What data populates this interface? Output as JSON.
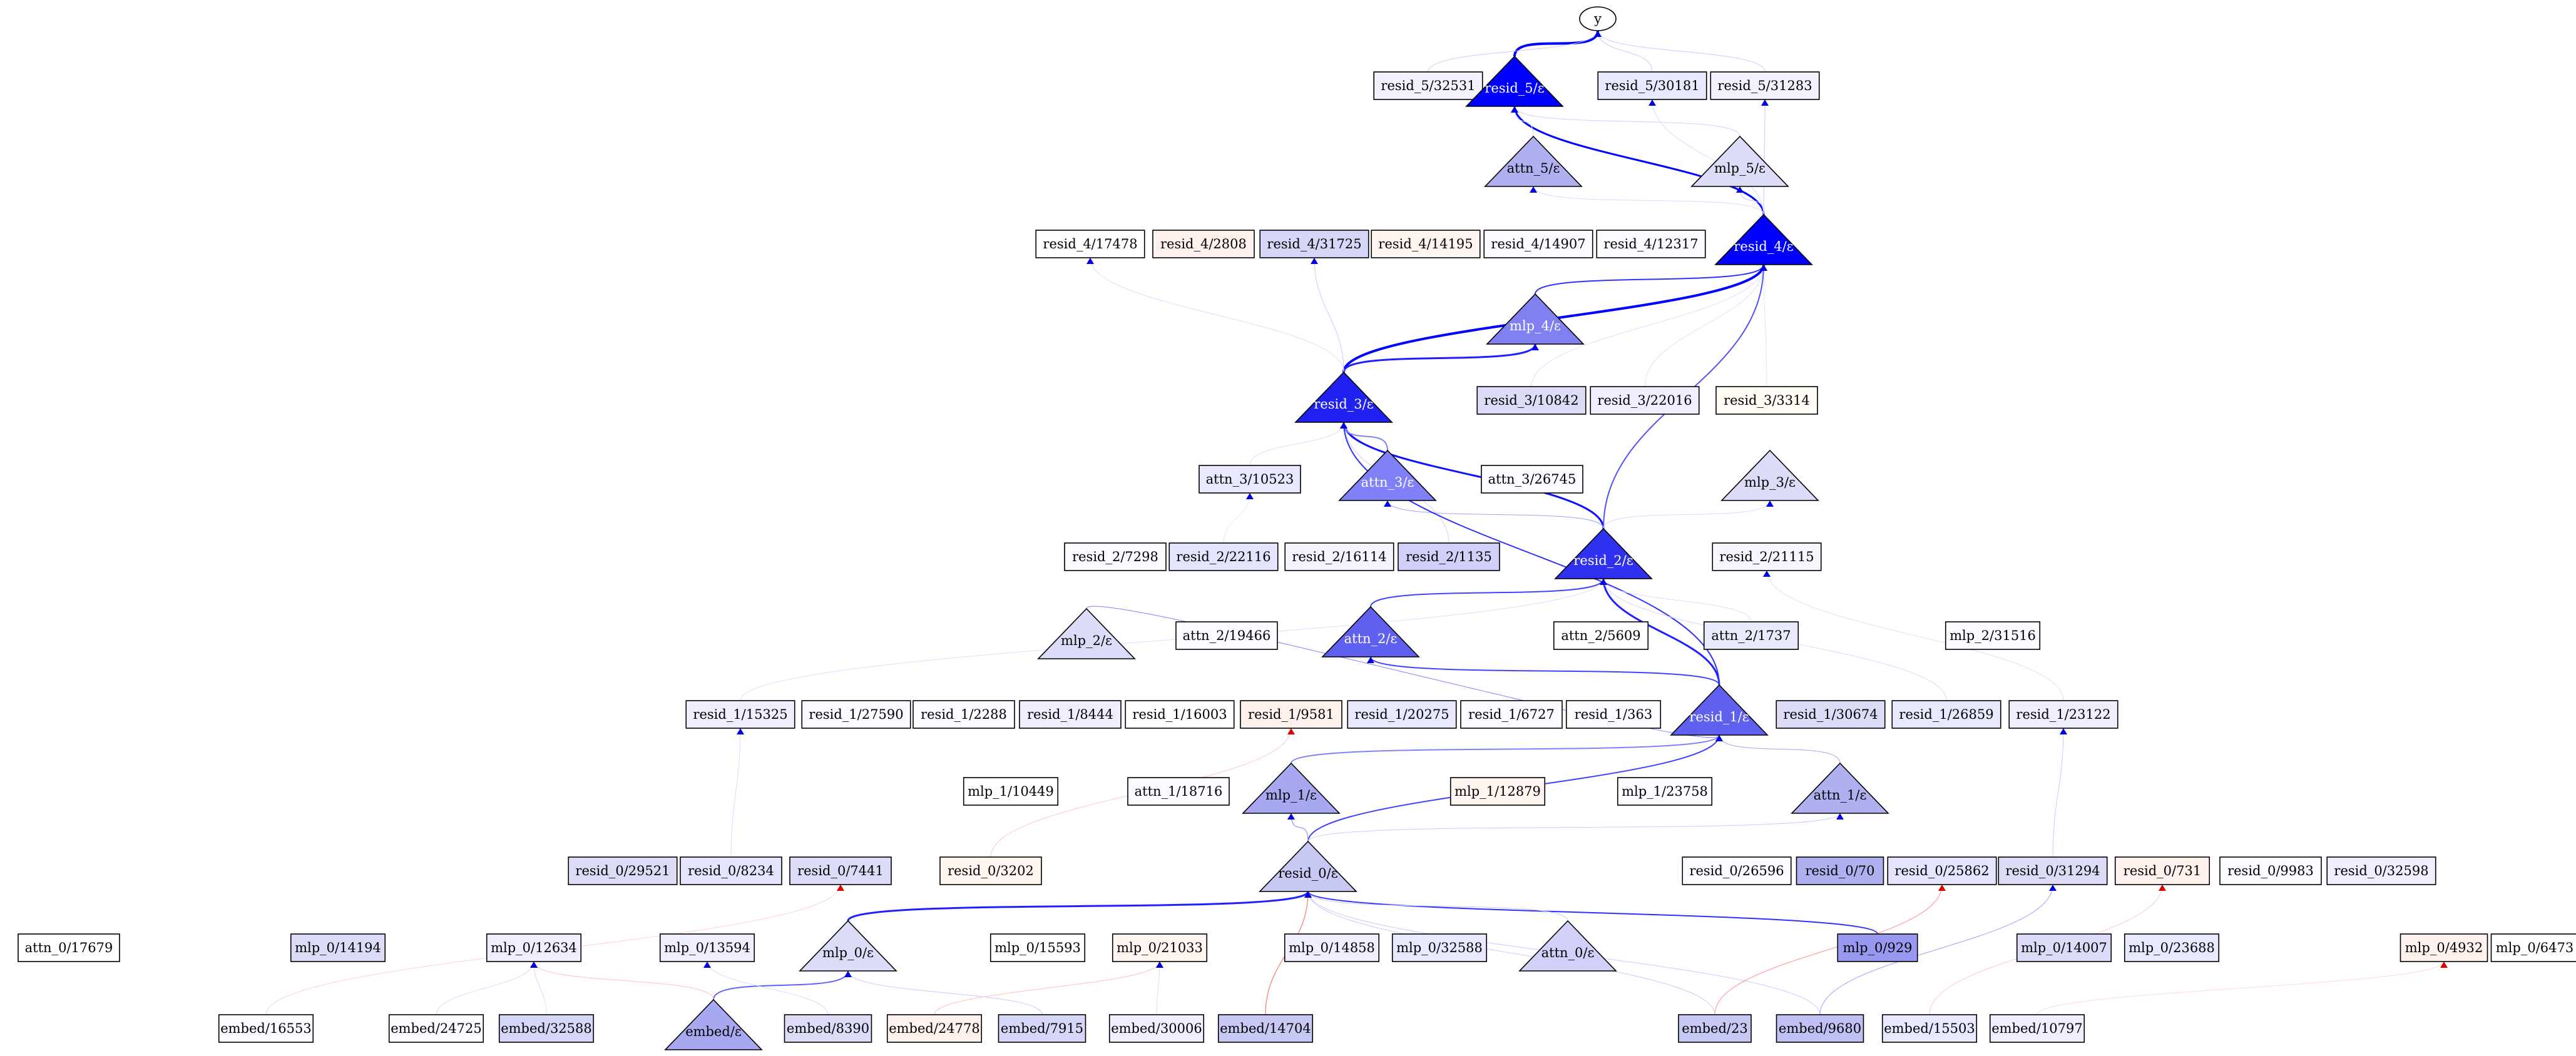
{
  "graph": {
    "nodes": [
      {
        "id": "y",
        "label": "y",
        "shape": "ellipse",
        "fill": "#ffffff"
      },
      {
        "id": "resid_5/32531",
        "label": "resid_5/32531",
        "shape": "box",
        "fill": "#f2f2ff"
      },
      {
        "id": "resid_5/e",
        "label": "resid_5/ε",
        "shape": "triangle",
        "fill": "#0000ff"
      },
      {
        "id": "resid_5/30181",
        "label": "resid_5/30181",
        "shape": "box",
        "fill": "#e8e8ff"
      },
      {
        "id": "resid_5/31283",
        "label": "resid_5/31283",
        "shape": "box",
        "fill": "#f2f2ff"
      },
      {
        "id": "attn_5/e",
        "label": "attn_5/ε",
        "shape": "triangle",
        "fill": "#b0b0f0"
      },
      {
        "id": "mlp_5/e",
        "label": "mlp_5/ε",
        "shape": "triangle",
        "fill": "#dcdcf8"
      },
      {
        "id": "resid_4/17478",
        "label": "resid_4/17478",
        "shape": "box",
        "fill": "#ffffff"
      },
      {
        "id": "resid_4/2808",
        "label": "resid_4/2808",
        "shape": "box",
        "fill": "#fff2ee"
      },
      {
        "id": "resid_4/31725",
        "label": "resid_4/31725",
        "shape": "box",
        "fill": "#d6d6f8"
      },
      {
        "id": "resid_4/14195",
        "label": "resid_4/14195",
        "shape": "box",
        "fill": "#fff6f2"
      },
      {
        "id": "resid_4/14907",
        "label": "resid_4/14907",
        "shape": "box",
        "fill": "#fafaff"
      },
      {
        "id": "resid_4/12317",
        "label": "resid_4/12317",
        "shape": "box",
        "fill": "#fafaff"
      },
      {
        "id": "resid_4/e",
        "label": "resid_4/ε",
        "shape": "triangle",
        "fill": "#0000ff"
      },
      {
        "id": "mlp_4/e",
        "label": "mlp_4/ε",
        "shape": "triangle",
        "fill": "#8080f0"
      },
      {
        "id": "resid_3/e",
        "label": "resid_3/ε",
        "shape": "triangle",
        "fill": "#2020f0"
      },
      {
        "id": "resid_3/10842",
        "label": "resid_3/10842",
        "shape": "box",
        "fill": "#dcdcf8"
      },
      {
        "id": "resid_3/22016",
        "label": "resid_3/22016",
        "shape": "box",
        "fill": "#eeeeff"
      },
      {
        "id": "resid_3/3314",
        "label": "resid_3/3314",
        "shape": "box",
        "fill": "#fffcf6"
      },
      {
        "id": "attn_3/10523",
        "label": "attn_3/10523",
        "shape": "box",
        "fill": "#e8e8ff"
      },
      {
        "id": "attn_3/e",
        "label": "attn_3/ε",
        "shape": "triangle",
        "fill": "#8080f8"
      },
      {
        "id": "attn_3/26745",
        "label": "attn_3/26745",
        "shape": "box",
        "fill": "#fafaff"
      },
      {
        "id": "mlp_3/e",
        "label": "mlp_3/ε",
        "shape": "triangle",
        "fill": "#dcdcf8"
      },
      {
        "id": "resid_2/7298",
        "label": "resid_2/7298",
        "shape": "box",
        "fill": "#fafaff"
      },
      {
        "id": "resid_2/22116",
        "label": "resid_2/22116",
        "shape": "box",
        "fill": "#e4e4ff"
      },
      {
        "id": "resid_2/16114",
        "label": "resid_2/16114",
        "shape": "box",
        "fill": "#f4f4ff"
      },
      {
        "id": "resid_2/1135",
        "label": "resid_2/1135",
        "shape": "box",
        "fill": "#d0d0f8"
      },
      {
        "id": "resid_2/e",
        "label": "resid_2/ε",
        "shape": "triangle",
        "fill": "#3030f0"
      },
      {
        "id": "resid_2/21115",
        "label": "resid_2/21115",
        "shape": "box",
        "fill": "#f6f6ff"
      },
      {
        "id": "mlp_2/e",
        "label": "mlp_2/ε",
        "shape": "triangle",
        "fill": "#dcdcf8"
      },
      {
        "id": "attn_2/19466",
        "label": "attn_2/19466",
        "shape": "box",
        "fill": "#fafaff"
      },
      {
        "id": "attn_2/e",
        "label": "attn_2/ε",
        "shape": "triangle",
        "fill": "#6060f0"
      },
      {
        "id": "attn_2/5609",
        "label": "attn_2/5609",
        "shape": "box",
        "fill": "#ffffff"
      },
      {
        "id": "attn_2/1737",
        "label": "attn_2/1737",
        "shape": "box",
        "fill": "#eaeaff"
      },
      {
        "id": "mlp_2/31516",
        "label": "mlp_2/31516",
        "shape": "box",
        "fill": "#fafaff"
      },
      {
        "id": "resid_1/15325",
        "label": "resid_1/15325",
        "shape": "box",
        "fill": "#eeeeff"
      },
      {
        "id": "resid_1/27590",
        "label": "resid_1/27590",
        "shape": "box",
        "fill": "#fafaff"
      },
      {
        "id": "resid_1/2288",
        "label": "resid_1/2288",
        "shape": "box",
        "fill": "#fafaff"
      },
      {
        "id": "resid_1/8444",
        "label": "resid_1/8444",
        "shape": "box",
        "fill": "#eeeeff"
      },
      {
        "id": "resid_1/16003",
        "label": "resid_1/16003",
        "shape": "box",
        "fill": "#ffffff"
      },
      {
        "id": "resid_1/9581",
        "label": "resid_1/9581",
        "shape": "box",
        "fill": "#fff2ee"
      },
      {
        "id": "resid_1/20275",
        "label": "resid_1/20275",
        "shape": "box",
        "fill": "#e8e8ff"
      },
      {
        "id": "resid_1/6727",
        "label": "resid_1/6727",
        "shape": "box",
        "fill": "#fafaff"
      },
      {
        "id": "resid_1/363",
        "label": "resid_1/363",
        "shape": "box",
        "fill": "#fafaff"
      },
      {
        "id": "resid_1/e",
        "label": "resid_1/ε",
        "shape": "triangle",
        "fill": "#6060f0"
      },
      {
        "id": "resid_1/30674",
        "label": "resid_1/30674",
        "shape": "box",
        "fill": "#dcdcf8"
      },
      {
        "id": "resid_1/26859",
        "label": "resid_1/26859",
        "shape": "box",
        "fill": "#e8e8ff"
      },
      {
        "id": "resid_1/23122",
        "label": "resid_1/23122",
        "shape": "box",
        "fill": "#eeeeff"
      },
      {
        "id": "mlp_1/10449",
        "label": "mlp_1/10449",
        "shape": "box",
        "fill": "#ffffff"
      },
      {
        "id": "attn_1/18716",
        "label": "attn_1/18716",
        "shape": "box",
        "fill": "#fafaff"
      },
      {
        "id": "mlp_1/e",
        "label": "mlp_1/ε",
        "shape": "triangle",
        "fill": "#a8a8f0"
      },
      {
        "id": "mlp_1/12879",
        "label": "mlp_1/12879",
        "shape": "box",
        "fill": "#fff6f2"
      },
      {
        "id": "mlp_1/23758",
        "label": "mlp_1/23758",
        "shape": "box",
        "fill": "#fafaff"
      },
      {
        "id": "attn_1/e",
        "label": "attn_1/ε",
        "shape": "triangle",
        "fill": "#b0b0f0"
      },
      {
        "id": "resid_0/29521",
        "label": "resid_0/29521",
        "shape": "box",
        "fill": "#dcdcf8"
      },
      {
        "id": "resid_0/8234",
        "label": "resid_0/8234",
        "shape": "box",
        "fill": "#e4e4ff"
      },
      {
        "id": "resid_0/7441",
        "label": "resid_0/7441",
        "shape": "box",
        "fill": "#dcdcf8"
      },
      {
        "id": "resid_0/3202",
        "label": "resid_0/3202",
        "shape": "box",
        "fill": "#fff6f2"
      },
      {
        "id": "resid_0/e",
        "label": "resid_0/ε",
        "shape": "triangle",
        "fill": "#c8c8f4"
      },
      {
        "id": "resid_0/26596",
        "label": "resid_0/26596",
        "shape": "box",
        "fill": "#fafaff"
      },
      {
        "id": "resid_0/70",
        "label": "resid_0/70",
        "shape": "box",
        "fill": "#b0b0f0"
      },
      {
        "id": "resid_0/25862",
        "label": "resid_0/25862",
        "shape": "box",
        "fill": "#e4e4ff"
      },
      {
        "id": "resid_0/31294",
        "label": "resid_0/31294",
        "shape": "box",
        "fill": "#dcdcf8"
      },
      {
        "id": "resid_0/731",
        "label": "resid_0/731",
        "shape": "box",
        "fill": "#fff2ee"
      },
      {
        "id": "resid_0/9983",
        "label": "resid_0/9983",
        "shape": "box",
        "fill": "#fafaff"
      },
      {
        "id": "resid_0/32598",
        "label": "resid_0/32598",
        "shape": "box",
        "fill": "#eeeeff"
      },
      {
        "id": "attn_0/17679",
        "label": "attn_0/17679",
        "shape": "box",
        "fill": "#ffffff"
      },
      {
        "id": "mlp_0/14194",
        "label": "mlp_0/14194",
        "shape": "box",
        "fill": "#dcdcf8"
      },
      {
        "id": "mlp_0/12634",
        "label": "mlp_0/12634",
        "shape": "box",
        "fill": "#eeeeff"
      },
      {
        "id": "mlp_0/13594",
        "label": "mlp_0/13594",
        "shape": "box",
        "fill": "#eeeeff"
      },
      {
        "id": "mlp_0/e",
        "label": "mlp_0/ε",
        "shape": "triangle",
        "fill": "#dcdcf8"
      },
      {
        "id": "mlp_0/15593",
        "label": "mlp_0/15593",
        "shape": "box",
        "fill": "#ffffff"
      },
      {
        "id": "mlp_0/21033",
        "label": "mlp_0/21033",
        "shape": "box",
        "fill": "#fff6f2"
      },
      {
        "id": "mlp_0/14858",
        "label": "mlp_0/14858",
        "shape": "box",
        "fill": "#eeeeff"
      },
      {
        "id": "mlp_0/32588",
        "label": "mlp_0/32588",
        "shape": "box",
        "fill": "#e8e8ff"
      },
      {
        "id": "attn_0/e",
        "label": "attn_0/ε",
        "shape": "triangle",
        "fill": "#d0d0f8"
      },
      {
        "id": "mlp_0/929",
        "label": "mlp_0/929",
        "shape": "box",
        "fill": "#9898f0"
      },
      {
        "id": "mlp_0/14007",
        "label": "mlp_0/14007",
        "shape": "box",
        "fill": "#dcdcf8"
      },
      {
        "id": "mlp_0/23688",
        "label": "mlp_0/23688",
        "shape": "box",
        "fill": "#e8e8ff"
      },
      {
        "id": "mlp_0/4932",
        "label": "mlp_0/4932",
        "shape": "box",
        "fill": "#fff2ee"
      },
      {
        "id": "mlp_0/6473",
        "label": "mlp_0/6473",
        "shape": "box",
        "fill": "#ffffff"
      },
      {
        "id": "embed/16553",
        "label": "embed/16553",
        "shape": "box",
        "fill": "#fafaff"
      },
      {
        "id": "embed/24725",
        "label": "embed/24725",
        "shape": "box",
        "fill": "#fafaff"
      },
      {
        "id": "embed/32588",
        "label": "embed/32588",
        "shape": "box",
        "fill": "#d6d6f8"
      },
      {
        "id": "embed/e",
        "label": "embed/ε",
        "shape": "triangle",
        "fill": "#a8a8f0"
      },
      {
        "id": "embed/8390",
        "label": "embed/8390",
        "shape": "box",
        "fill": "#dcdcf8"
      },
      {
        "id": "embed/24778",
        "label": "embed/24778",
        "shape": "box",
        "fill": "#fff2ee"
      },
      {
        "id": "embed/7915",
        "label": "embed/7915",
        "shape": "box",
        "fill": "#d6d6f8"
      },
      {
        "id": "embed/30006",
        "label": "embed/30006",
        "shape": "box",
        "fill": "#eeeeff"
      },
      {
        "id": "embed/14704",
        "label": "embed/14704",
        "shape": "box",
        "fill": "#c8c8f4"
      },
      {
        "id": "embed/23",
        "label": "embed/23",
        "shape": "box",
        "fill": "#c8c8f4"
      },
      {
        "id": "embed/9680",
        "label": "embed/9680",
        "shape": "box",
        "fill": "#c0c0f4"
      },
      {
        "id": "embed/15503",
        "label": "embed/15503",
        "shape": "box",
        "fill": "#e8e8ff"
      },
      {
        "id": "embed/10797",
        "label": "embed/10797",
        "shape": "box",
        "fill": "#eeeeff"
      }
    ],
    "edges": [
      {
        "from": "resid_5/e",
        "to": "y",
        "color": "#0000ff",
        "weight": 4
      },
      {
        "from": "resid_5/32531",
        "to": "y",
        "color": "#c8c8ff",
        "weight": 1
      },
      {
        "from": "resid_5/30181",
        "to": "y",
        "color": "#c8c8ff",
        "weight": 1
      },
      {
        "from": "resid_5/31283",
        "to": "y",
        "color": "#c8c8ff",
        "weight": 1
      },
      {
        "from": "resid_4/e",
        "to": "resid_5/e",
        "color": "#0000ff",
        "weight": 3
      },
      {
        "from": "attn_5/e",
        "to": "resid_5/e",
        "color": "#d0d0ff",
        "weight": 1
      },
      {
        "from": "mlp_5/e",
        "to": "resid_5/e",
        "color": "#d0d0ff",
        "weight": 1
      },
      {
        "from": "resid_4/e",
        "to": "mlp_5/e",
        "color": "#c8c8ff",
        "weight": 1
      },
      {
        "from": "resid_4/e",
        "to": "resid_5/31283",
        "color": "#c8c8ff",
        "weight": 1
      },
      {
        "from": "resid_4/e",
        "to": "resid_5/30181",
        "color": "#d8d8ff",
        "weight": 1
      },
      {
        "from": "resid_4/e",
        "to": "attn_5/e",
        "color": "#d8d8ff",
        "weight": 1
      },
      {
        "from": "resid_3/e",
        "to": "resid_4/e",
        "color": "#0000ff",
        "weight": 4
      },
      {
        "from": "mlp_4/e",
        "to": "resid_4/e",
        "color": "#3030ff",
        "weight": 2
      },
      {
        "from": "resid_3/e",
        "to": "mlp_4/e",
        "color": "#2020ff",
        "weight": 3
      },
      {
        "from": "resid_3/e",
        "to": "resid_4/31725",
        "color": "#c8c8ff",
        "weight": 1
      },
      {
        "from": "resid_3/e",
        "to": "resid_4/17478",
        "color": "#dcdcff",
        "weight": 1
      },
      {
        "from": "resid_3/10842",
        "to": "resid_4/e",
        "color": "#dcdcff",
        "weight": 1
      },
      {
        "from": "resid_3/22016",
        "to": "resid_4/e",
        "color": "#dcdcff",
        "weight": 1
      },
      {
        "from": "resid_3/3314",
        "to": "resid_4/e",
        "color": "#e4e4ff",
        "weight": 1
      },
      {
        "from": "resid_2/e",
        "to": "resid_3/e",
        "color": "#1010ff",
        "weight": 3
      },
      {
        "from": "attn_3/e",
        "to": "resid_3/e",
        "color": "#8080ff",
        "weight": 2
      },
      {
        "from": "resid_2/e",
        "to": "attn_3/e",
        "color": "#a0a0ff",
        "weight": 1
      },
      {
        "from": "resid_2/e",
        "to": "resid_4/e",
        "color": "#5050ff",
        "weight": 2
      },
      {
        "from": "resid_2/1135",
        "to": "resid_3/e",
        "color": "#d0d0ff",
        "weight": 1
      },
      {
        "from": "resid_2/e",
        "to": "mlp_3/e",
        "color": "#d8d8ff",
        "weight": 1
      },
      {
        "from": "attn_3/10523",
        "to": "resid_3/e",
        "color": "#dcdcff",
        "weight": 1
      },
      {
        "from": "resid_2/22116",
        "to": "attn_3/10523",
        "color": "#e4e4ff",
        "weight": 1
      },
      {
        "from": "resid_1/e",
        "to": "resid_2/e",
        "color": "#2020ff",
        "weight": 3
      },
      {
        "from": "attn_2/e",
        "to": "resid_2/e",
        "color": "#4040ff",
        "weight": 2
      },
      {
        "from": "resid_1/e",
        "to": "attn_2/e",
        "color": "#4040ff",
        "weight": 2
      },
      {
        "from": "mlp_2/e",
        "to": "resid_1/e",
        "color": "#8080ff",
        "weight": 1
      },
      {
        "from": "resid_1/e",
        "to": "resid_3/e",
        "color": "#3030ff",
        "weight": 2
      },
      {
        "from": "resid_1/23122",
        "to": "resid_2/21115",
        "color": "#dcdcff",
        "weight": 1
      },
      {
        "from": "resid_1/26859",
        "to": "resid_2/e",
        "color": "#d8d8ff",
        "weight": 1
      },
      {
        "from": "attn_2/1737",
        "to": "resid_2/e",
        "color": "#dcdcff",
        "weight": 1
      },
      {
        "from": "resid_1/15325",
        "to": "resid_2/e",
        "color": "#dcdcff",
        "weight": 1
      },
      {
        "from": "resid_0/e",
        "to": "resid_1/e",
        "color": "#4040ff",
        "weight": 2
      },
      {
        "from": "mlp_1/e",
        "to": "resid_1/e",
        "color": "#8080ff",
        "weight": 2
      },
      {
        "from": "attn_1/e",
        "to": "resid_1/e",
        "color": "#a0a0ff",
        "weight": 1
      },
      {
        "from": "resid_0/e",
        "to": "mlp_1/e",
        "color": "#8080ff",
        "weight": 1
      },
      {
        "from": "resid_0/e",
        "to": "attn_1/e",
        "color": "#c8c8ff",
        "weight": 1
      },
      {
        "from": "resid_0/31294",
        "to": "resid_1/23122",
        "color": "#c8c8ff",
        "weight": 1
      },
      {
        "from": "resid_0/3202",
        "to": "resid_1/9581",
        "color": "#ffc8c8",
        "weight": 1
      },
      {
        "from": "resid_0/8234",
        "to": "resid_1/15325",
        "color": "#d8d8ff",
        "weight": 1
      },
      {
        "from": "mlp_0/e",
        "to": "resid_0/e",
        "color": "#2020ff",
        "weight": 3
      },
      {
        "from": "mlp_0/929",
        "to": "resid_0/e",
        "color": "#3030ff",
        "weight": 2
      },
      {
        "from": "embed/e",
        "to": "mlp_0/e",
        "color": "#6060ff",
        "weight": 2
      },
      {
        "from": "embed/14704",
        "to": "resid_0/e",
        "color": "#ff6060",
        "weight": 1
      },
      {
        "from": "embed/23",
        "to": "resid_0/e",
        "color": "#c8c8ff",
        "weight": 1
      },
      {
        "from": "embed/9680",
        "to": "resid_0/e",
        "color": "#c8c8ff",
        "weight": 1
      },
      {
        "from": "attn_0/e",
        "to": "resid_0/e",
        "color": "#c8c8ff",
        "weight": 1
      },
      {
        "from": "embed/7915",
        "to": "mlp_0/e",
        "color": "#c8c8ff",
        "weight": 1
      },
      {
        "from": "embed/24725",
        "to": "mlp_0/12634",
        "color": "#d8d8ff",
        "weight": 1
      },
      {
        "from": "embed/e",
        "to": "mlp_0/12634",
        "color": "#ffc0c0",
        "weight": 1
      },
      {
        "from": "embed/16553",
        "to": "resid_0/7441",
        "color": "#ffd0d0",
        "weight": 1
      },
      {
        "from": "embed/24778",
        "to": "mlp_0/21033",
        "color": "#ffc0c0",
        "weight": 1
      },
      {
        "from": "embed/30006",
        "to": "mlp_0/21033",
        "color": "#d8d8ff",
        "weight": 1
      },
      {
        "from": "embed/23",
        "to": "resid_0/25862",
        "color": "#ff9090",
        "weight": 1
      },
      {
        "from": "embed/9680",
        "to": "resid_0/31294",
        "color": "#a0a0ff",
        "weight": 1
      },
      {
        "from": "embed/15503",
        "to": "resid_0/731",
        "color": "#ffc8c8",
        "weight": 1
      },
      {
        "from": "embed/10797",
        "to": "mlp_0/4932",
        "color": "#ffd8d8",
        "weight": 1
      },
      {
        "from": "embed/8390",
        "to": "mlp_0/13594",
        "color": "#d8d8ff",
        "weight": 1
      },
      {
        "from": "embed/32588",
        "to": "mlp_0/12634",
        "color": "#d8d8ff",
        "weight": 1
      }
    ]
  }
}
